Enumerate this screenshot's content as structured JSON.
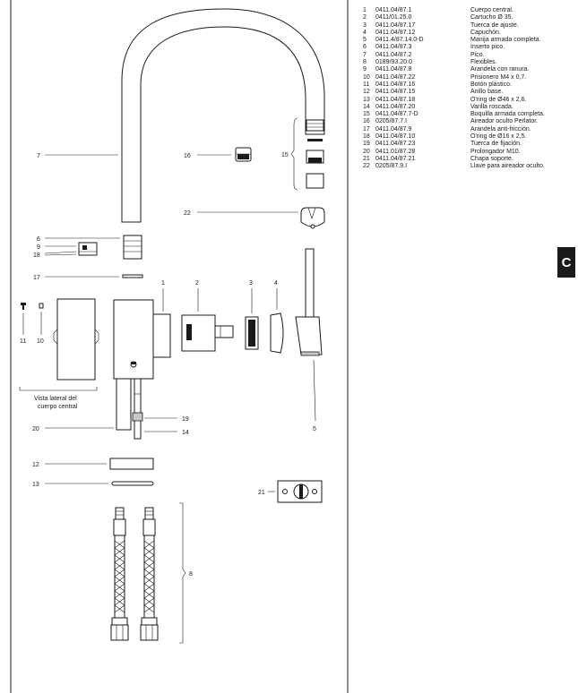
{
  "parts": [
    {
      "num": "1",
      "code": "0411.04/87.1",
      "desc": "Cuerpo central."
    },
    {
      "num": "2",
      "code": "0411/01.25.0",
      "desc": "Cartucho Ø 35."
    },
    {
      "num": "3",
      "code": "0411.04/87.17",
      "desc": "Tuerca de ajuste."
    },
    {
      "num": "4",
      "code": "0411.04/87.12",
      "desc": "Capuchón."
    },
    {
      "num": "5",
      "code": "0411.4/87.14.0-D",
      "desc": "Manija armada completa."
    },
    {
      "num": "6",
      "code": "0411.04/87.3",
      "desc": "Inserto pico."
    },
    {
      "num": "7",
      "code": "0411.04/87.2",
      "desc": "Pico."
    },
    {
      "num": "8",
      "code": "0189/93.20.0",
      "desc": "Flexibles."
    },
    {
      "num": "9",
      "code": "0411.04/87.8",
      "desc": "Arandela con ranura."
    },
    {
      "num": "10",
      "code": "0411.04/87.22",
      "desc": "Prisionero M4 x 0,7."
    },
    {
      "num": "11",
      "code": "0411.04/87.16",
      "desc": "Botón plástico."
    },
    {
      "num": "12",
      "code": "0411.04/87.15",
      "desc": "Anillo base."
    },
    {
      "num": "13",
      "code": "0411.04/87.18",
      "desc": "O'ring de Ø46 x 2,6."
    },
    {
      "num": "14",
      "code": "0411.04/87.20",
      "desc": "Varilla roscada."
    },
    {
      "num": "15",
      "code": "0411.04/87.7-D",
      "desc": "Boquilla armada completa."
    },
    {
      "num": "16",
      "code": "0205/87.7.I",
      "desc": "Aireador oculto Perlator."
    },
    {
      "num": "17",
      "code": "0411.04/87.9",
      "desc": "Arandela anti-fricción."
    },
    {
      "num": "18",
      "code": "0411.04/87.10",
      "desc": "O'ring de Ø16 x 2,5."
    },
    {
      "num": "19",
      "code": "0411.04/87.23",
      "desc": "Tuerca de fijación."
    },
    {
      "num": "20",
      "code": "0411.01/87.28",
      "desc": "Prolongador M10."
    },
    {
      "num": "21",
      "code": "0411.04/87.21",
      "desc": "Chapa soporte."
    },
    {
      "num": "22",
      "code": "0205/87.9.I",
      "desc": "Llave para aireador oculto."
    }
  ],
  "diagram": {
    "callouts": {
      "c1": "1",
      "c2": "2",
      "c3": "3",
      "c4": "4",
      "c5": "5",
      "c6": "6",
      "c7": "7",
      "c8": "8",
      "c9": "9",
      "c10": "10",
      "c11": "11",
      "c12": "12",
      "c13": "13",
      "c14": "14",
      "c15": "15",
      "c16": "16",
      "c17": "17",
      "c18": "18",
      "c19": "19",
      "c20": "20",
      "c21": "21",
      "c22": "22"
    },
    "side_view_line1": "Vista lateral del",
    "side_view_line2": "cuerpo central"
  },
  "section_tab": "C"
}
